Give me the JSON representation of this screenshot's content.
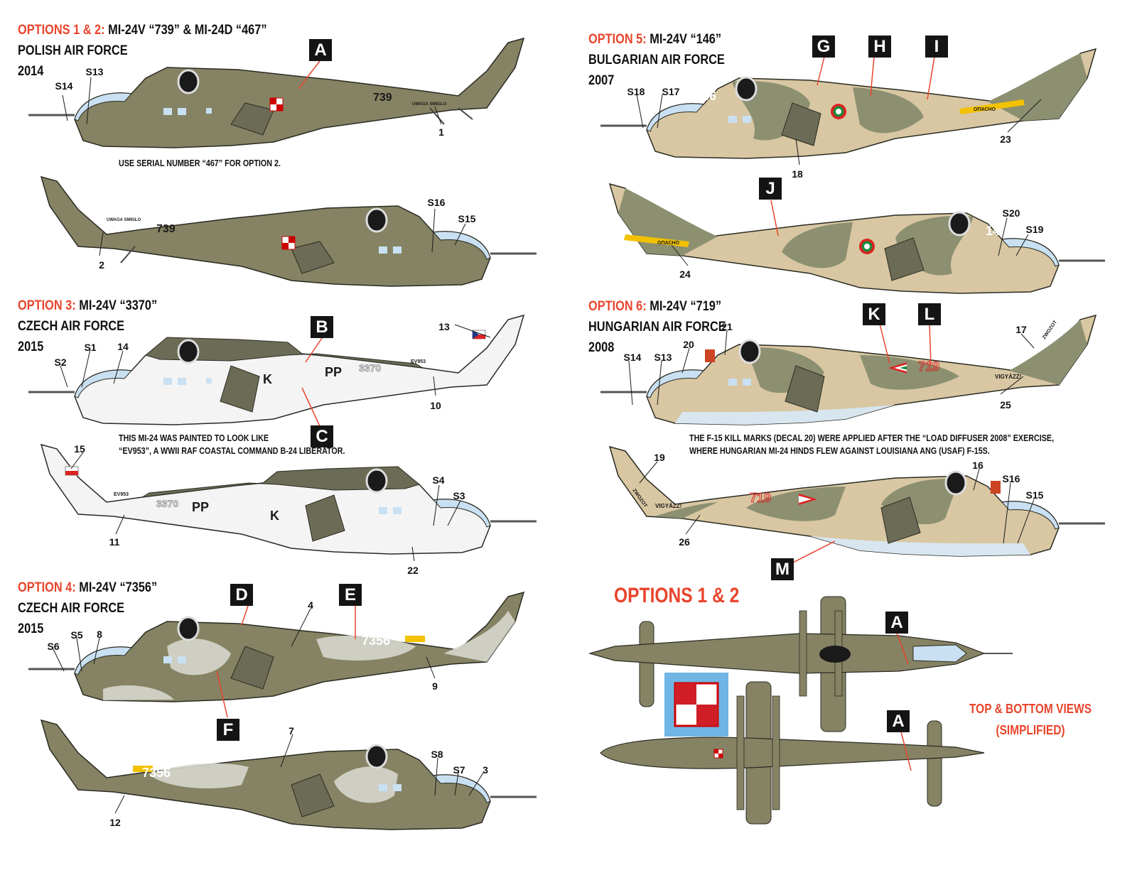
{
  "headers": [
    {
      "option": "OPTIONS 1 & 2:",
      "model": "MI-24V “739” & MI-24D “467”",
      "force": "POLISH AIR FORCE",
      "year": "2014"
    },
    {
      "option": "OPTION 3:",
      "model": "MI-24V “3370”",
      "force": "CZECH AIR FORCE",
      "year": "2015"
    },
    {
      "option": "OPTION 4:",
      "model": "MI-24V “7356”",
      "force": "CZECH AIR FORCE",
      "year": "2015"
    },
    {
      "option": "OPTION 5:",
      "model": "MI-24V “146”",
      "force": "BULGARIAN AIR FORCE",
      "year": "2007"
    },
    {
      "option": "OPTION 6:",
      "model": "MI-24V “719”",
      "force": "HUNGARIAN AIR FORCE",
      "year": "2008"
    }
  ],
  "notes": {
    "opt12": "USE SERIAL NUMBER “467” FOR OPTION 2.",
    "opt3_line1": "THIS MI-24 WAS PAINTED TO LOOK LIKE",
    "opt3_line2": "“EV953”, A WWII RAF COASTAL COMMAND B-24 LIBERATOR.",
    "opt6_line1": "THE F-15 KILL MARKS (DECAL 20) WERE APPLIED AFTER THE “LOAD DIFFUSER 2008” EXERCISE,",
    "opt6_line2": "WHERE HUNGARIAN MI-24 HINDS FLEW AGAINST LOUISIANA ANG (USAF) F-15S."
  },
  "plan_views": {
    "title": "OPTIONS 1 & 2",
    "caption_line1": "TOP & BOTTOM VIEWS",
    "caption_line2": "(SIMPLIFIED)"
  },
  "aircraft_markings": {
    "polish_serial": "739",
    "polish_tail_text": "UWAGA SMIGLO",
    "czech_3370_serial": "3370",
    "czech_3370_code": "PP",
    "czech_3370_letter": "K",
    "czech_3370_ev": "EV953",
    "czech_7356_serial": "7356",
    "bulgarian_serial": "146",
    "bulgarian_tail_text": "ОПАСНО",
    "hungarian_serial": "719",
    "hungarian_tail_text": "VIGYÁZZ!",
    "hungarian_fin_text": "ZWOZOT"
  },
  "paint_tags": [
    "A",
    "B",
    "C",
    "D",
    "E",
    "F",
    "G",
    "H",
    "I",
    "J",
    "K",
    "L",
    "M",
    "A",
    "A"
  ],
  "decal_numbers": [
    "S14",
    "S13",
    "1",
    "S16",
    "S15",
    "2",
    "13",
    "S2",
    "S1",
    "14",
    "10",
    "15",
    "S4",
    "S3",
    "11",
    "22",
    "4",
    "S6",
    "S5",
    "8",
    "9",
    "7",
    "S8",
    "S7",
    "3",
    "12",
    "S18",
    "S17",
    "18",
    "23",
    "S20",
    "S19",
    "24",
    "21",
    "20",
    "17",
    "S14",
    "S13",
    "25",
    "19",
    "16",
    "S16",
    "S15",
    "26"
  ],
  "colors": {
    "option_red": "#e8452c",
    "olive": "#858363",
    "dark_olive": "#6c6b56",
    "tan": "#d8c7a2",
    "pale_grey": "#dcdcd3",
    "mid_green": "#8c9071"
  }
}
